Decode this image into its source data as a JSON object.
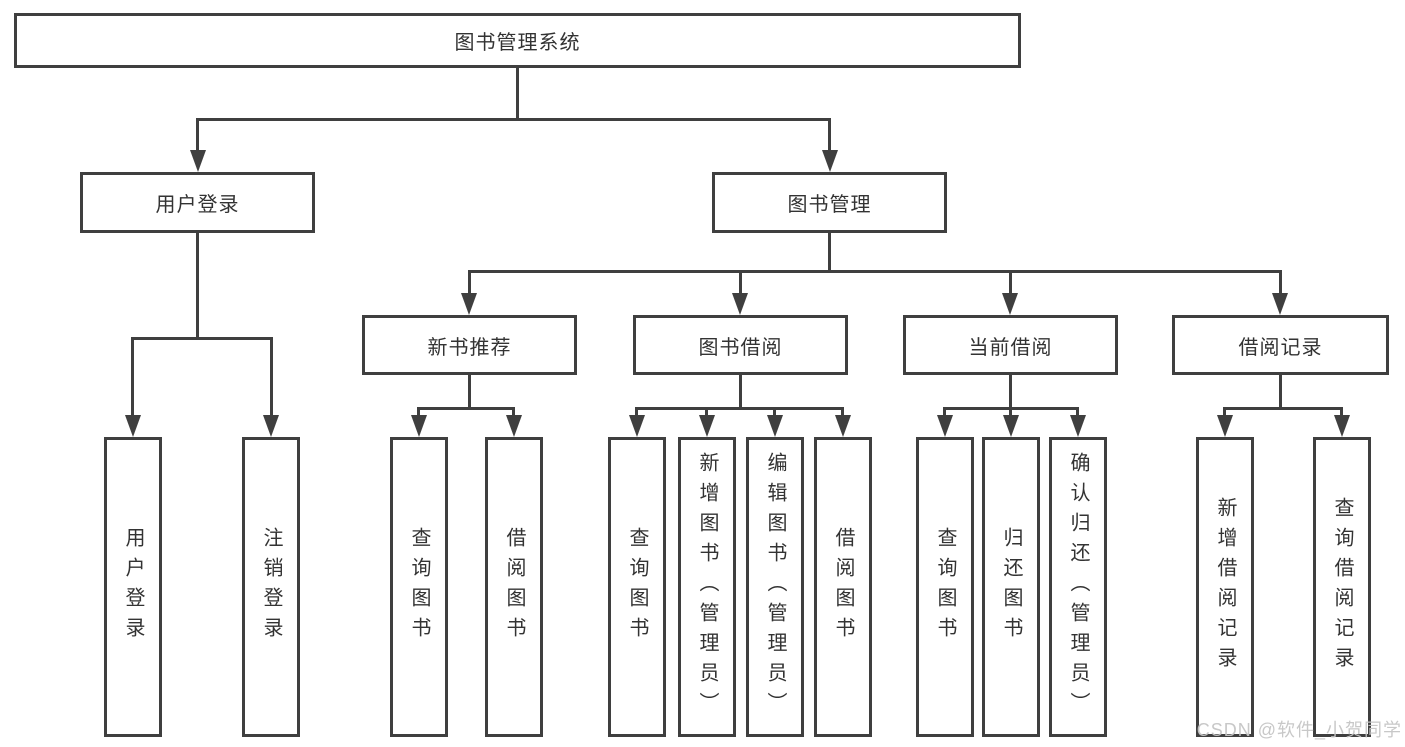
{
  "diagram_type": "hierarchy-tree",
  "colors": {
    "line": "#3f3f3f",
    "border": "#3f3f3f",
    "text": "#333333",
    "background": "#ffffff",
    "watermark": "#c5c5c5"
  },
  "nodes": {
    "root": {
      "label": "图书管理系统"
    },
    "level2": {
      "user_login": {
        "label": "用户登录"
      },
      "book_mgmt": {
        "label": "图书管理"
      }
    },
    "level3": {
      "new_books": {
        "label": "新书推荐"
      },
      "book_borrow": {
        "label": "图书借阅"
      },
      "current_borrow": {
        "label": "当前借阅"
      },
      "borrow_records": {
        "label": "借阅记录"
      }
    },
    "leaves": {
      "user_login": "用户登录",
      "logout": "注销登录",
      "nb_query": "查询图书",
      "nb_borrow": "借阅图书",
      "bb_query": "查询图书",
      "bb_add": "新增图书（管理员）",
      "bb_edit": "编辑图书（管理员）",
      "bb_borrow": "借阅图书",
      "cb_query": "查询图书",
      "cb_return": "归还图书",
      "cb_confirm": "确认归还（管理员）",
      "br_add": "新增借阅记录",
      "br_query": "查询借阅记录"
    }
  },
  "watermark": "CSDN @软件_小贺同学"
}
